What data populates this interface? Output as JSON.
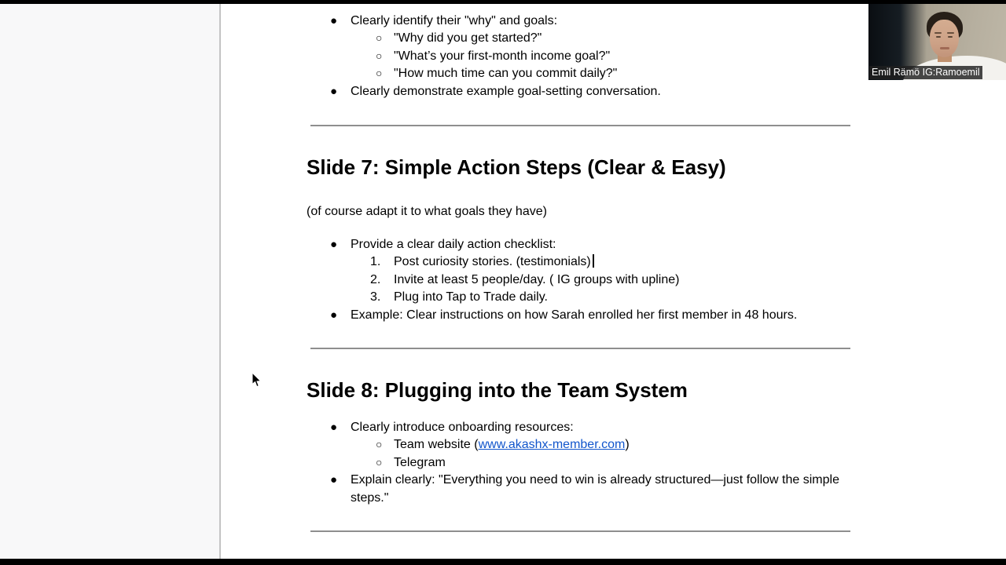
{
  "glyphs": {
    "bullet": "●",
    "circle": "○"
  },
  "doc": {
    "top_list": {
      "bullet1": "Clearly identify their \"why\" and goals:",
      "sub1": "\"Why did you get started?\"",
      "sub2": "\"What’s your first-month income goal?\"",
      "sub3": "\"How much time can you commit daily?\"",
      "bullet2": "Clearly demonstrate example goal-setting conversation."
    },
    "slide7": {
      "heading": "Slide 7: Simple Action Steps (Clear & Easy)",
      "note": "(of course adapt it to what goals they have)",
      "bullet1": "Provide a clear daily action checklist:",
      "item1_num": "1.",
      "item1": "Post curiosity stories. (testimonials)",
      "item2_num": "2.",
      "item2": "Invite at least 5 people/day. ( IG groups with upline)",
      "item3_num": "3.",
      "item3": "Plug into Tap to Trade daily.",
      "bullet2": "Example: Clear instructions on how Sarah enrolled her first member in 48 hours."
    },
    "slide8": {
      "heading": "Slide 8: Plugging into the Team System",
      "bullet1": "Clearly introduce onboarding resources:",
      "sub1_prefix": "Team website (",
      "sub1_link": "www.akashx-member.com",
      "sub1_suffix": ")",
      "sub2": "Telegram",
      "bullet2": "Explain clearly: \"Everything you need to win is already structured—just follow the simple steps.\""
    }
  },
  "webcam": {
    "name_label": "Emil Rämö IG:Ramoemil"
  },
  "colors": {
    "link": "#1155cc",
    "divider": "#8e8e8e",
    "letterbox": "#000000",
    "gutter_bg": "#f8f8f9",
    "page_bg": "#ffffff"
  }
}
